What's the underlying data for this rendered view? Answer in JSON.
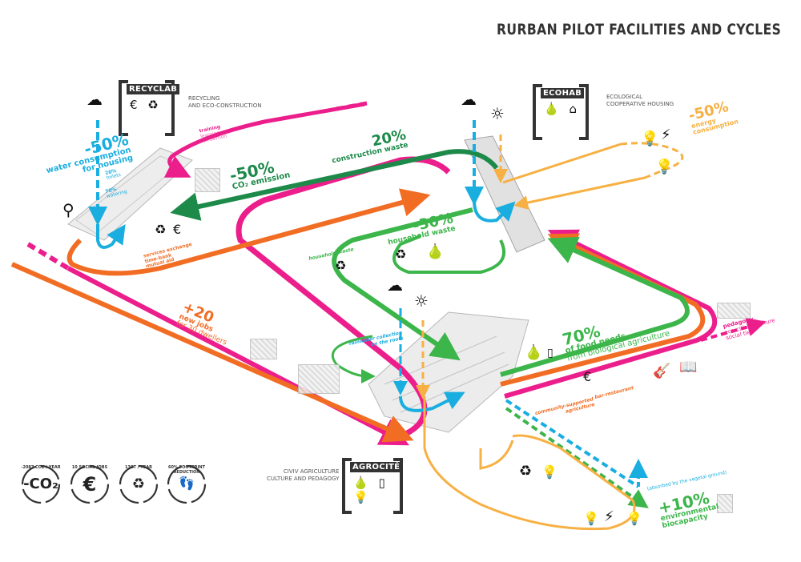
{
  "title": "RURBAN PILOT FACILITIES AND CYCLES",
  "colors": {
    "water": "#1aaee0",
    "energy": "#f7b043",
    "co2": "#1d8a4a",
    "food_waste": "#3cb54a",
    "social": "#ec1e8c",
    "economy": "#f26d24",
    "ink": "#333333"
  },
  "facilities": [
    {
      "id": "recyclab",
      "tag": "RECYCLAB",
      "description": [
        "RECYCLING",
        "AND ECO-CONSTRUCTION"
      ],
      "icons": [
        "euro-cycle-icon",
        "recycle-bin-icon"
      ],
      "glyphs": "€ ♻"
    },
    {
      "id": "ecohab",
      "tag": "ECOHAB",
      "description": [
        "ECOLOGICAL",
        "COOPERATIVE HOUSING"
      ],
      "icons": [
        "fruit-vegetable-icon",
        "house-icon"
      ],
      "glyphs": "🍐 ⌂"
    },
    {
      "id": "agrocite",
      "tag": "AGROCITÉ",
      "description": [
        "CIVIV AGRICULTURE",
        "CULTURE AND PEDAGOGY"
      ],
      "icons": [
        "fruit-vegetable-icon",
        "grain-icon",
        "bulb-export-icon"
      ],
      "glyphs": "🍐 ▯ 💡"
    }
  ],
  "annotations": {
    "water_reduction": {
      "value": "-50%",
      "line1": "water consumption",
      "line2": "for housing"
    },
    "water_split": [
      {
        "value": "20%",
        "label": "toilets"
      },
      {
        "value": "70%",
        "label": "watering"
      }
    ],
    "training": [
      "training",
      "learning",
      "reinsertion"
    ],
    "co2_emission": {
      "value": "-50%",
      "label": "CO₂ emission"
    },
    "construction_waste": {
      "value": "20%",
      "label": "construction waste"
    },
    "energy": {
      "value": "-50%",
      "line1": "energy",
      "line2": "consumption"
    },
    "household_waste_main": {
      "value": "-30%",
      "label": "household waste"
    },
    "household_waste_small": "household waste",
    "services": [
      "services exchange",
      "time-bank",
      "mutual aid"
    ],
    "jobs": {
      "value": "+20",
      "line1": "new jobs",
      "line2": "for 30 dwellers"
    },
    "rainwater": [
      "rainwater collection",
      "on the roofs"
    ],
    "food": {
      "value": "70%",
      "line1": "of food needs",
      "line2": "from biological agriculture"
    },
    "pedagogy": [
      "pedagogy",
      "eco-citizen culture",
      "social ties"
    ],
    "community": [
      "community-supported",
      "agriculture"
    ],
    "bar": "bar-restaurant",
    "absorbed": "(absorbed by the vegetal ground)",
    "biocapacity": {
      "value": "+10%",
      "line1": "environmental",
      "line2": "biocapacity"
    }
  },
  "badges": [
    {
      "arc": "-2087 CO2 / YEAR",
      "center": "-CO₂",
      "icon": "co2-reduction-icon"
    },
    {
      "arc": "10 SOCIAL JOBS",
      "center": "€",
      "icon": "euro-icon"
    },
    {
      "arc": "130T / YEAR",
      "center": "♻",
      "icon": "recycle-bin-icon"
    },
    {
      "arc": "60% FOOTPRINT REDUCTION",
      "center": "👣",
      "icon": "footprint-icon"
    }
  ]
}
